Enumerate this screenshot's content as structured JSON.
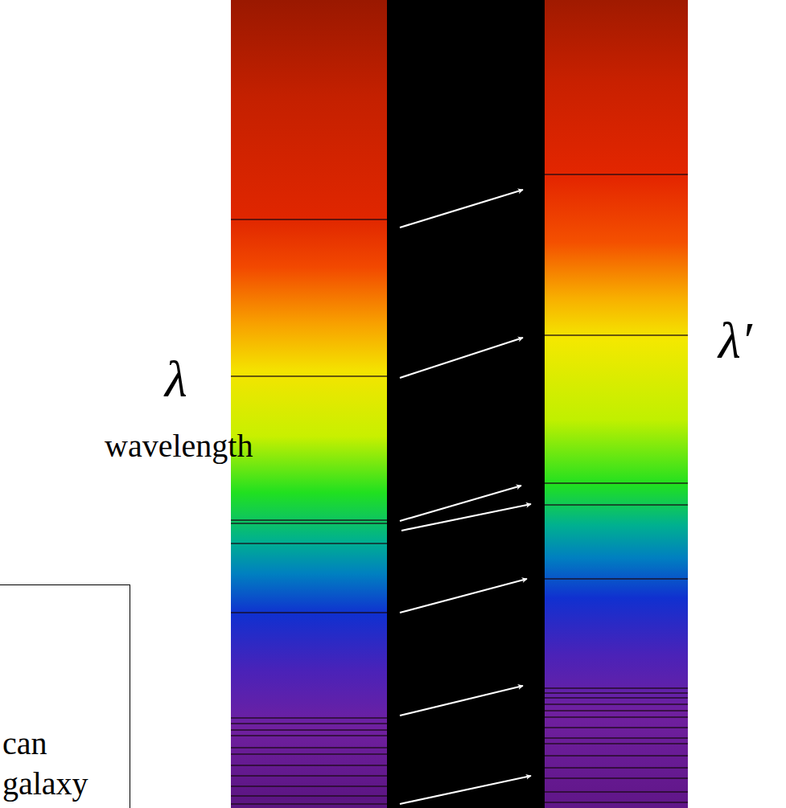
{
  "diagram": {
    "nodes": [
      {
        "text": [
          "can galaxy"
        ]
      }
    ],
    "labels": [
      "λ",
      "wavelength",
      "λ′"
    ]
  }
}
